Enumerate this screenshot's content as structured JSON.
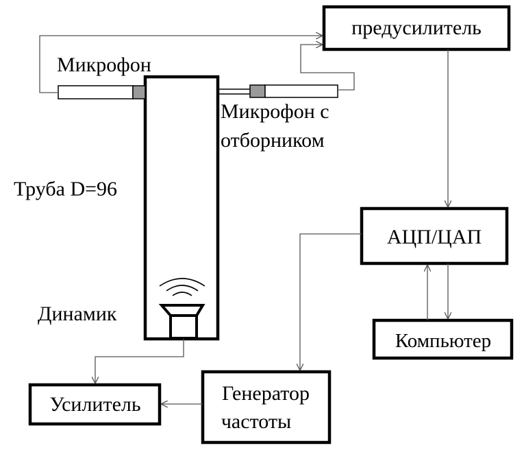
{
  "labels": {
    "microphone": "Микрофон",
    "probe_mic_line1": "Микрофон с",
    "probe_mic_line2": "отборником",
    "pipe": "Труба D=96",
    "speaker": "Динамик",
    "preamp": "предусилитель",
    "adc_dac": "АЦП/ЦАП",
    "computer": "Компьютер",
    "generator_line1": "Генератор",
    "generator_line2": "частоты",
    "amplifier": "Усилитель"
  },
  "colors": {
    "line": "#000000",
    "mic_tip": "#9a9a9a",
    "thin_line": "#555555"
  }
}
